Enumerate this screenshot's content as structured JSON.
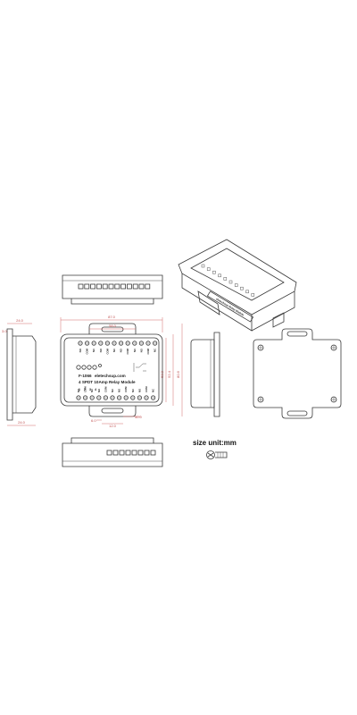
{
  "colors": {
    "line": "#3a3a3a",
    "dimension": "#d46a6a",
    "background": "#ffffff"
  },
  "dimensions": {
    "overall_width": "87.0",
    "slot_span": "58.0",
    "height_a": "53.2",
    "height_b": "52.4",
    "height_c": "80.6",
    "slot_w": "6.0",
    "slot_h": "12.0",
    "offset_right": "40.0",
    "side_top": "24.0",
    "side_top_small": "3.0",
    "side_bottom": "24.0"
  },
  "module": {
    "brand": "F-1066",
    "website": "eletechsup.com",
    "description": "4 SPDT 10Amp Relay Module",
    "channel_numbers": [
      "1",
      "2",
      "3",
      "4"
    ],
    "iso_label": "eletechsup Relay Module",
    "terminal_labels": [
      "NO",
      "COM",
      "NC",
      "NO",
      "COM",
      "NC",
      "NO",
      "COM",
      "NC",
      "NO",
      "COM",
      "NC"
    ]
  },
  "caption": {
    "size_unit": "size unit:mm"
  },
  "icons": [
    "screw-terminal-icon",
    "mounting-hole-icon",
    "screw-icon"
  ]
}
